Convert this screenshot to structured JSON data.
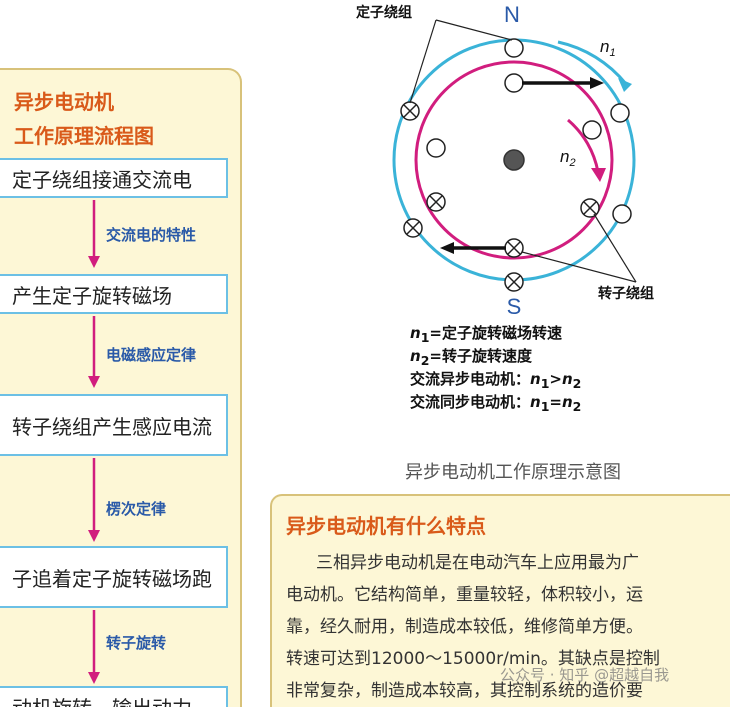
{
  "flowchart": {
    "title_line1": "异步电动机",
    "title_line2": "工作原理流程图",
    "steps": [
      "定子绕组接通交流电",
      "产生定子旋转磁场",
      "转子绕组产生感应电流",
      "子追着定子旋转磁场跑",
      "动机旋转，输出动力"
    ],
    "links": [
      "交流电的特性",
      "电磁感应定律",
      "楞次定律",
      "转子旋转"
    ]
  },
  "diagram": {
    "pole_north": "N",
    "pole_south": "S",
    "label_stator": "定子绕组",
    "label_rotor": "转子绕组",
    "label_n1": "n",
    "label_n1_sub": "1",
    "label_n2": "n",
    "label_n2_sub": "2",
    "legend": [
      {
        "sym": "n",
        "sub": "1",
        "text": "=定子旋转磁场转速"
      },
      {
        "sym": "n",
        "sub": "2",
        "text": "=转子旋转速度"
      }
    ],
    "async_label": "交流异步电动机：",
    "async_expr": "n1>n2",
    "sync_label": "交流同步电动机：",
    "sync_expr": "n1=n2",
    "caption": "异步电动机工作原理示意图",
    "colors": {
      "stator": "#3ab3d8",
      "rotor": "#d11d7e",
      "arrow": "#111111"
    }
  },
  "features": {
    "title": "异步电动机有什么特点",
    "lines": [
      "三相异步电动机是在电动汽车上应用最为广",
      "电动机。它结构简单，重量较轻，体积较小，运",
      "靠，经久耐用，制造成本较低，维修简单方便。",
      "转速可达到12000～15000r/min。其缺点是控制",
      "非常复杂，制造成本较高，其控制系统的造价要"
    ]
  },
  "watermark": "公众号 · 知乎 @超越自我"
}
